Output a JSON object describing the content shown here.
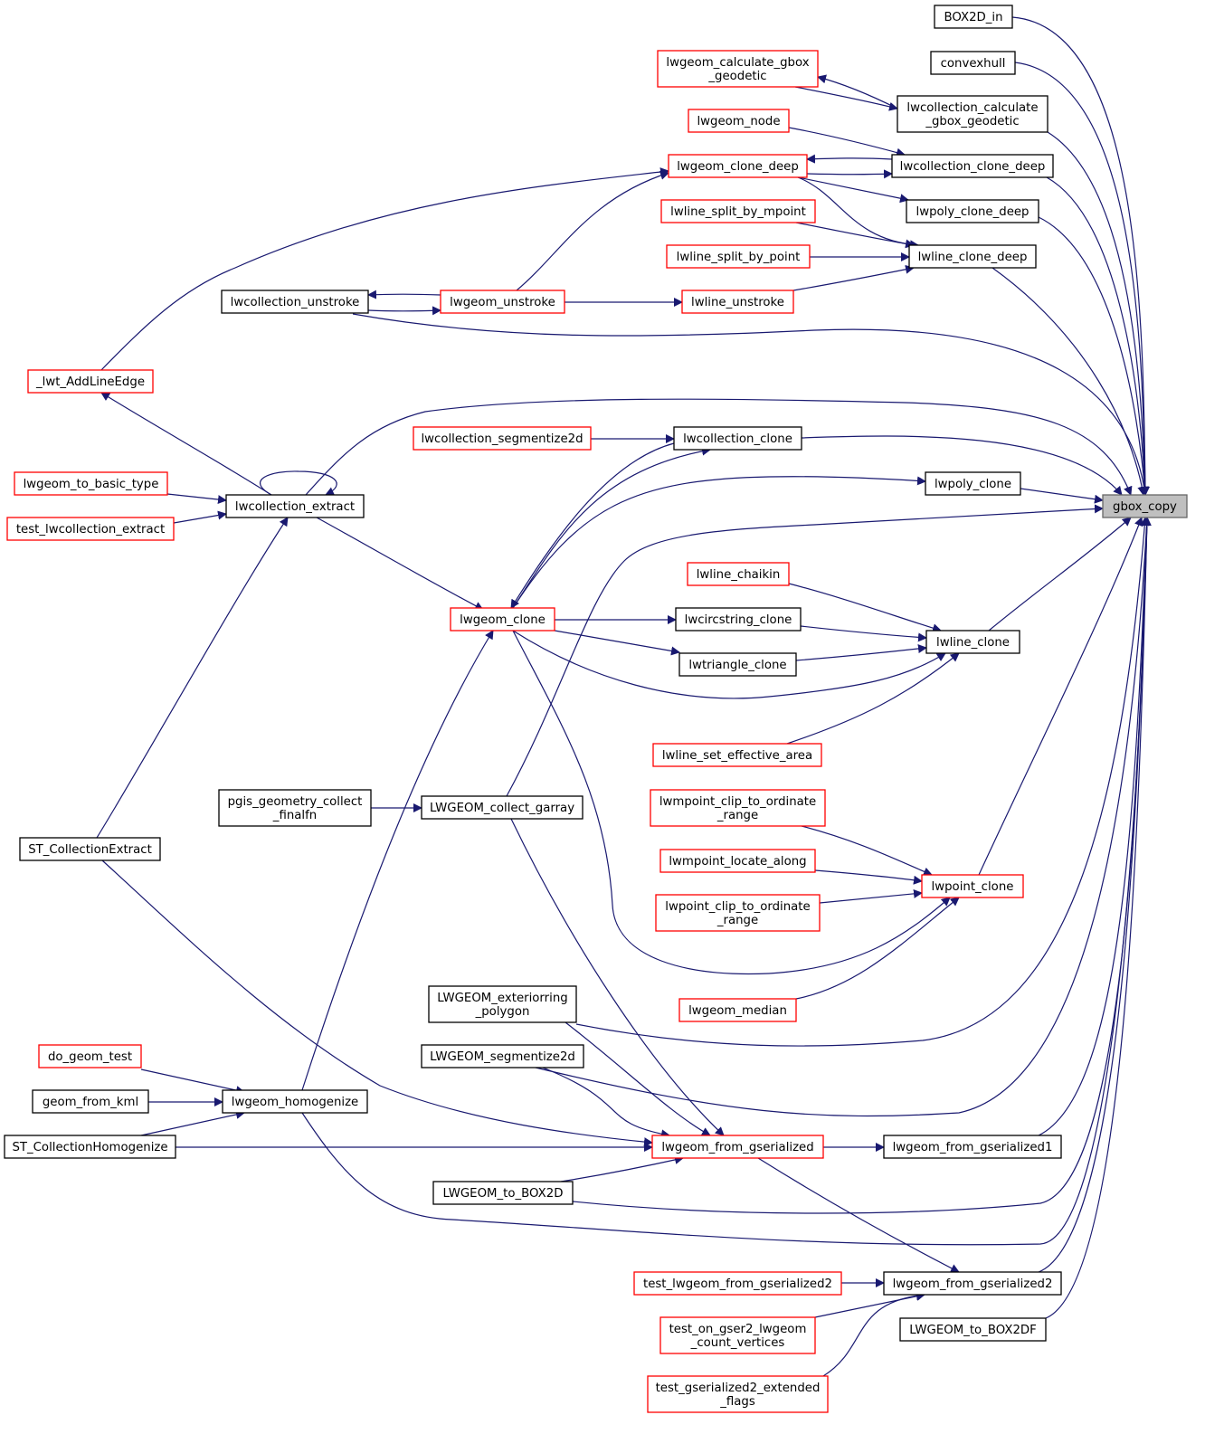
{
  "graph": {
    "title": "",
    "colors": {
      "edge": "#191970",
      "red_border": "#ff0000",
      "black_border": "#000000",
      "root_fill": "#bfbfbf"
    },
    "nodes": {
      "gbox_copy": {
        "lines": [
          "gbox_copy"
        ],
        "style": "root"
      },
      "BOX2D_in": {
        "lines": [
          "BOX2D_in"
        ],
        "style": "black"
      },
      "convexhull": {
        "lines": [
          "convexhull"
        ],
        "style": "black"
      },
      "lwcollection_calculate_gbox_geodetic": {
        "lines": [
          "lwcollection_calculate",
          "_gbox_geodetic"
        ],
        "style": "black"
      },
      "lwcollection_clone_deep": {
        "lines": [
          "lwcollection_clone_deep"
        ],
        "style": "black"
      },
      "lwpoly_clone_deep": {
        "lines": [
          "lwpoly_clone_deep"
        ],
        "style": "black"
      },
      "lwline_clone_deep": {
        "lines": [
          "lwline_clone_deep"
        ],
        "style": "black"
      },
      "lwcollection_clone": {
        "lines": [
          "lwcollection_clone"
        ],
        "style": "black"
      },
      "lwpoly_clone": {
        "lines": [
          "lwpoly_clone"
        ],
        "style": "black"
      },
      "lwline_clone": {
        "lines": [
          "lwline_clone"
        ],
        "style": "black"
      },
      "lwpoint_clone": {
        "lines": [
          "lwpoint_clone"
        ],
        "style": "red"
      },
      "lwgeom_from_gserialized1": {
        "lines": [
          "lwgeom_from_gserialized1"
        ],
        "style": "black"
      },
      "lwgeom_from_gserialized2": {
        "lines": [
          "lwgeom_from_gserialized2"
        ],
        "style": "black"
      },
      "LWGEOM_to_BOX2DF": {
        "lines": [
          "LWGEOM_to_BOX2DF"
        ],
        "style": "black"
      },
      "lwgeom_calculate_gbox_geodetic": {
        "lines": [
          "lwgeom_calculate_gbox",
          "_geodetic"
        ],
        "style": "red"
      },
      "lwgeom_node": {
        "lines": [
          "lwgeom_node"
        ],
        "style": "red"
      },
      "lwgeom_clone_deep": {
        "lines": [
          "lwgeom_clone_deep"
        ],
        "style": "red"
      },
      "lwline_split_by_mpoint": {
        "lines": [
          "lwline_split_by_mpoint"
        ],
        "style": "red"
      },
      "lwline_split_by_point": {
        "lines": [
          "lwline_split_by_point"
        ],
        "style": "red"
      },
      "lwline_unstroke": {
        "lines": [
          "lwline_unstroke"
        ],
        "style": "red"
      },
      "lwcollection_unstroke": {
        "lines": [
          "lwcollection_unstroke"
        ],
        "style": "black"
      },
      "lwgeom_unstroke": {
        "lines": [
          "lwgeom_unstroke"
        ],
        "style": "red"
      },
      "_lwt_AddLineEdge": {
        "lines": [
          "_lwt_AddLineEdge"
        ],
        "style": "red"
      },
      "lwcollection_segmentize2d": {
        "lines": [
          "lwcollection_segmentize2d"
        ],
        "style": "red"
      },
      "lwgeom_to_basic_type": {
        "lines": [
          "lwgeom_to_basic_type"
        ],
        "style": "red"
      },
      "lwcollection_extract": {
        "lines": [
          "lwcollection_extract"
        ],
        "style": "black"
      },
      "test_lwcollection_extract": {
        "lines": [
          "test_lwcollection_extract"
        ],
        "style": "red"
      },
      "lwline_chaikin": {
        "lines": [
          "lwline_chaikin"
        ],
        "style": "red"
      },
      "lwgeom_clone": {
        "lines": [
          "lwgeom_clone"
        ],
        "style": "red"
      },
      "lwcircstring_clone": {
        "lines": [
          "lwcircstring_clone"
        ],
        "style": "black"
      },
      "lwtriangle_clone": {
        "lines": [
          "lwtriangle_clone"
        ],
        "style": "black"
      },
      "lwline_set_effective_area": {
        "lines": [
          "lwline_set_effective_area"
        ],
        "style": "red"
      },
      "pgis_geometry_collect_finalfn": {
        "lines": [
          "pgis_geometry_collect",
          "_finalfn"
        ],
        "style": "black"
      },
      "LWGEOM_collect_garray": {
        "lines": [
          "LWGEOM_collect_garray"
        ],
        "style": "black"
      },
      "lwmpoint_clip_to_ordinate_range": {
        "lines": [
          "lwmpoint_clip_to_ordinate",
          "_range"
        ],
        "style": "red"
      },
      "ST_CollectionExtract": {
        "lines": [
          "ST_CollectionExtract"
        ],
        "style": "black"
      },
      "lwmpoint_locate_along": {
        "lines": [
          "lwmpoint_locate_along"
        ],
        "style": "red"
      },
      "lwpoint_clip_to_ordinate_range": {
        "lines": [
          "lwpoint_clip_to_ordinate",
          "_range"
        ],
        "style": "red"
      },
      "LWGEOM_exteriorring_polygon": {
        "lines": [
          "LWGEOM_exteriorring",
          "_polygon"
        ],
        "style": "black"
      },
      "lwgeom_median": {
        "lines": [
          "lwgeom_median"
        ],
        "style": "red"
      },
      "do_geom_test": {
        "lines": [
          "do_geom_test"
        ],
        "style": "red"
      },
      "LWGEOM_segmentize2d": {
        "lines": [
          "LWGEOM_segmentize2d"
        ],
        "style": "black"
      },
      "geom_from_kml": {
        "lines": [
          "geom_from_kml"
        ],
        "style": "black"
      },
      "lwgeom_homogenize": {
        "lines": [
          "lwgeom_homogenize"
        ],
        "style": "black"
      },
      "ST_CollectionHomogenize": {
        "lines": [
          "ST_CollectionHomogenize"
        ],
        "style": "black"
      },
      "lwgeom_from_gserialized": {
        "lines": [
          "lwgeom_from_gserialized"
        ],
        "style": "red"
      },
      "LWGEOM_to_BOX2D": {
        "lines": [
          "LWGEOM_to_BOX2D"
        ],
        "style": "black"
      },
      "test_lwgeom_from_gserialized2": {
        "lines": [
          "test_lwgeom_from_gserialized2"
        ],
        "style": "red"
      },
      "test_on_gser2_lwgeom_count_vertices": {
        "lines": [
          "test_on_gser2_lwgeom",
          "_count_vertices"
        ],
        "style": "red"
      },
      "test_gserialized2_extended_flags": {
        "lines": [
          "test_gserialized2_extended",
          "_flags"
        ],
        "style": "red"
      }
    },
    "edges": [
      {
        "from": "BOX2D_in",
        "to": "gbox_copy"
      },
      {
        "from": "convexhull",
        "to": "gbox_copy"
      },
      {
        "from": "lwcollection_calculate_gbox_geodetic",
        "to": "gbox_copy"
      },
      {
        "from": "lwcollection_calculate_gbox_geodetic",
        "to": "lwgeom_calculate_gbox_geodetic"
      },
      {
        "from": "lwgeom_calculate_gbox_geodetic",
        "to": "lwcollection_calculate_gbox_geodetic"
      },
      {
        "from": "lwcollection_clone_deep",
        "to": "gbox_copy"
      },
      {
        "from": "lwgeom_node",
        "to": "lwcollection_clone_deep"
      },
      {
        "from": "lwcollection_clone_deep",
        "to": "lwgeom_clone_deep"
      },
      {
        "from": "lwgeom_clone_deep",
        "to": "lwcollection_clone_deep"
      },
      {
        "from": "lwpoly_clone_deep",
        "to": "gbox_copy"
      },
      {
        "from": "lwgeom_clone_deep",
        "to": "lwpoly_clone_deep"
      },
      {
        "from": "lwline_clone_deep",
        "to": "gbox_copy"
      },
      {
        "from": "lwgeom_clone_deep",
        "to": "lwline_clone_deep"
      },
      {
        "from": "lwline_split_by_mpoint",
        "to": "lwline_clone_deep"
      },
      {
        "from": "lwline_split_by_point",
        "to": "lwline_clone_deep"
      },
      {
        "from": "lwline_unstroke",
        "to": "lwline_clone_deep"
      },
      {
        "from": "lwgeom_unstroke",
        "to": "lwline_unstroke"
      },
      {
        "from": "lwgeom_unstroke",
        "to": "lwcollection_unstroke"
      },
      {
        "from": "lwcollection_unstroke",
        "to": "lwgeom_unstroke"
      },
      {
        "from": "lwgeom_unstroke",
        "to": "lwgeom_clone_deep"
      },
      {
        "from": "_lwt_AddLineEdge",
        "to": "lwgeom_clone_deep"
      },
      {
        "from": "lwcollection_unstroke",
        "to": "gbox_copy"
      },
      {
        "from": "lwcollection_clone",
        "to": "gbox_copy"
      },
      {
        "from": "lwcollection_segmentize2d",
        "to": "lwcollection_clone"
      },
      {
        "from": "lwcollection_extract",
        "to": "gbox_copy"
      },
      {
        "from": "lwcollection_extract",
        "to": "lwcollection_extract"
      },
      {
        "from": "lwgeom_to_basic_type",
        "to": "lwcollection_extract"
      },
      {
        "from": "test_lwcollection_extract",
        "to": "lwcollection_extract"
      },
      {
        "from": "lwcollection_extract",
        "to": "_lwt_AddLineEdge"
      },
      {
        "from": "ST_CollectionExtract",
        "to": "lwcollection_extract"
      },
      {
        "from": "lwcollection_extract",
        "to": "lwgeom_clone"
      },
      {
        "from": "lwpoly_clone",
        "to": "gbox_copy"
      },
      {
        "from": "lwgeom_clone",
        "to": "lwpoly_clone"
      },
      {
        "from": "lwgeom_clone",
        "to": "lwcollection_clone"
      },
      {
        "from": "lwcollection_clone",
        "to": "lwgeom_clone"
      },
      {
        "from": "LWGEOM_collect_garray",
        "to": "gbox_copy"
      },
      {
        "from": "lwline_clone",
        "to": "gbox_copy"
      },
      {
        "from": "lwline_chaikin",
        "to": "lwline_clone"
      },
      {
        "from": "lwcircstring_clone",
        "to": "lwline_clone"
      },
      {
        "from": "lwtriangle_clone",
        "to": "lwline_clone"
      },
      {
        "from": "lwgeom_clone",
        "to": "lwline_clone"
      },
      {
        "from": "lwline_set_effective_area",
        "to": "lwline_clone"
      },
      {
        "from": "lwgeom_clone",
        "to": "lwcircstring_clone"
      },
      {
        "from": "lwgeom_clone",
        "to": "lwtriangle_clone"
      },
      {
        "from": "pgis_geometry_collect_finalfn",
        "to": "LWGEOM_collect_garray"
      },
      {
        "from": "lwpoint_clone",
        "to": "gbox_copy"
      },
      {
        "from": "lwmpoint_clip_to_ordinate_range",
        "to": "lwpoint_clone"
      },
      {
        "from": "lwmpoint_locate_along",
        "to": "lwpoint_clone"
      },
      {
        "from": "lwpoint_clip_to_ordinate_range",
        "to": "lwpoint_clone"
      },
      {
        "from": "lwgeom_median",
        "to": "lwpoint_clone"
      },
      {
        "from": "lwgeom_clone",
        "to": "lwpoint_clone"
      },
      {
        "from": "LWGEOM_exteriorring_polygon",
        "to": "gbox_copy"
      },
      {
        "from": "LWGEOM_segmentize2d",
        "to": "gbox_copy"
      },
      {
        "from": "lwgeom_homogenize",
        "to": "lwgeom_clone"
      },
      {
        "from": "lwgeom_homogenize",
        "to": "gbox_copy"
      },
      {
        "from": "do_geom_test",
        "to": "lwgeom_homogenize"
      },
      {
        "from": "geom_from_kml",
        "to": "lwgeom_homogenize"
      },
      {
        "from": "ST_CollectionHomogenize",
        "to": "lwgeom_homogenize"
      },
      {
        "from": "ST_CollectionHomogenize",
        "to": "lwgeom_from_gserialized"
      },
      {
        "from": "ST_CollectionExtract",
        "to": "lwgeom_from_gserialized"
      },
      {
        "from": "LWGEOM_collect_garray",
        "to": "lwgeom_from_gserialized"
      },
      {
        "from": "LWGEOM_exteriorring_polygon",
        "to": "lwgeom_from_gserialized"
      },
      {
        "from": "LWGEOM_segmentize2d",
        "to": "lwgeom_from_gserialized"
      },
      {
        "from": "LWGEOM_to_BOX2D",
        "to": "lwgeom_from_gserialized"
      },
      {
        "from": "lwgeom_from_gserialized",
        "to": "lwgeom_from_gserialized1"
      },
      {
        "from": "lwgeom_from_gserialized1",
        "to": "gbox_copy"
      },
      {
        "from": "lwgeom_from_gserialized",
        "to": "lwgeom_from_gserialized2"
      },
      {
        "from": "LWGEOM_to_BOX2D",
        "to": "gbox_copy"
      },
      {
        "from": "lwgeom_from_gserialized2",
        "to": "gbox_copy"
      },
      {
        "from": "test_lwgeom_from_gserialized2",
        "to": "lwgeom_from_gserialized2"
      },
      {
        "from": "test_on_gser2_lwgeom_count_vertices",
        "to": "lwgeom_from_gserialized2"
      },
      {
        "from": "test_gserialized2_extended_flags",
        "to": "lwgeom_from_gserialized2"
      },
      {
        "from": "LWGEOM_to_BOX2DF",
        "to": "gbox_copy"
      }
    ]
  }
}
